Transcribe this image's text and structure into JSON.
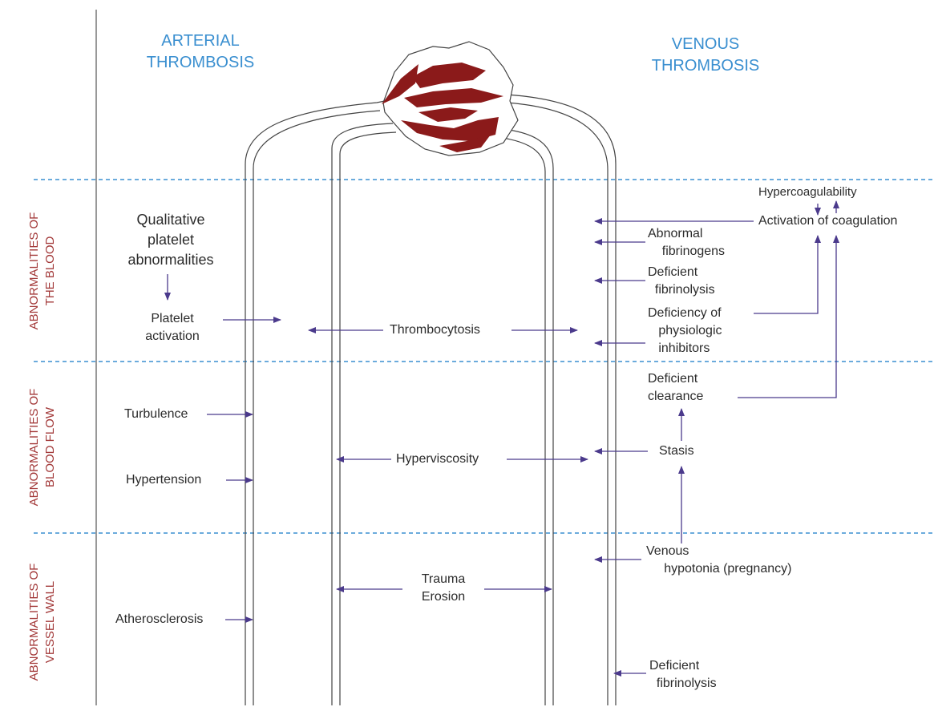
{
  "headers": {
    "arterial": "ARTERIAL\nTHROMBOSIS",
    "venous": "VENOUS\nTHROMBOSIS"
  },
  "sections": {
    "blood": "ABNORMALITIES OF\nTHE BLOOD",
    "flow": "ABNORMALITIES OF\nBLOOD FLOW",
    "wall": "ABNORMALITIES OF\nVESSEL WALL"
  },
  "labels": {
    "qualitative": "Qualitative\nplatelet\nabnormalities",
    "platelet_activation": "Platelet\nactivation",
    "thrombocytosis": "Thrombocytosis",
    "hypercoagulability": "Hypercoagulability",
    "activation_coagulation": "Activation of coagulation",
    "abnormal_fibrinogens": "Abnormal\n    fibrinogens",
    "deficient_fibrinolysis_1": "Deficient\n  fibrinolysis",
    "deficiency_inhibitors": "Deficiency of\n   physiologic\n   inhibitors",
    "deficient_clearance": "Deficient\nclearance",
    "turbulence": "Turbulence",
    "hypertension": "Hypertension",
    "hyperviscosity": "Hyperviscosity",
    "stasis": "Stasis",
    "venous_hypotonia": "Venous\n     hypotonia (pregnancy)",
    "trauma_erosion": "Trauma\nErosion",
    "atherosclerosis": "Atherosclerosis",
    "deficient_fibrinolysis_2": "Deficient\n  fibrinolysis"
  },
  "colors": {
    "arrow": "#4b3a8c",
    "divider": "#3a8fd0",
    "header": "#3a8fd0",
    "section": "#a33a3a",
    "clot": "#8b1a1a"
  }
}
